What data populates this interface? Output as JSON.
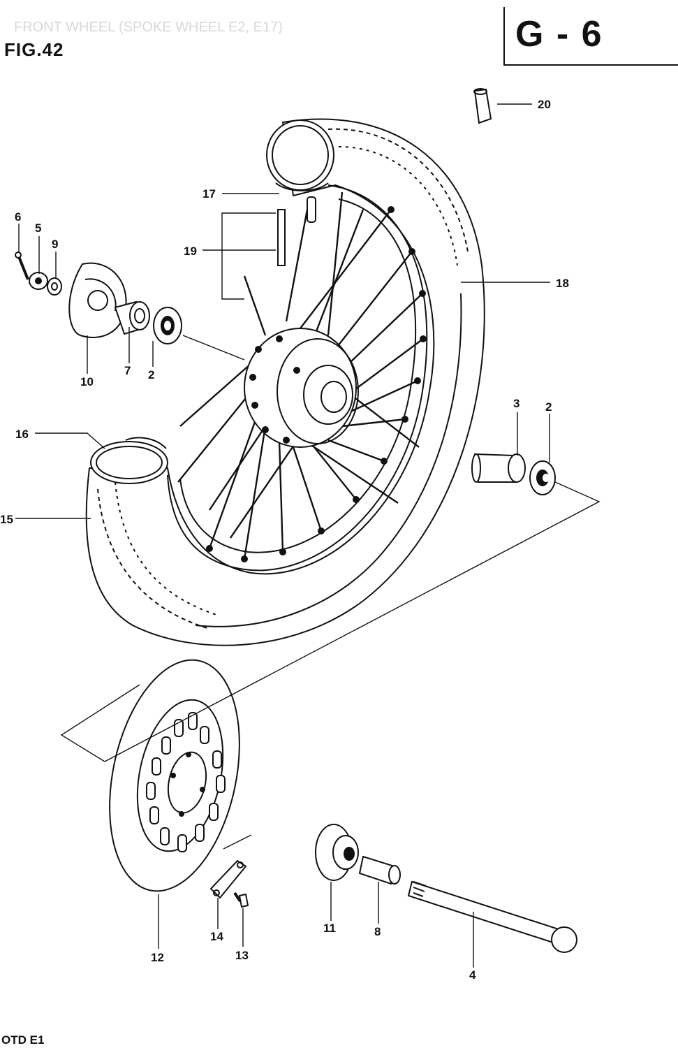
{
  "header": {
    "faded_title": "FRONT WHEEL (SPOKE WHEEL E2, E17)",
    "figure_label": "FIG.42",
    "page_code": "G - 6"
  },
  "footer": {
    "model_code": "OTD E1"
  },
  "callouts": {
    "p20": "20",
    "p17": "17",
    "p19": "19",
    "p18": "18",
    "p6": "6",
    "p5": "5",
    "p9": "9",
    "p10": "10",
    "p7": "7",
    "p2a": "2",
    "p16": "16",
    "p15": "15",
    "p3": "3",
    "p2b": "2",
    "p12": "12",
    "p14": "14",
    "p13": "13",
    "p11": "11",
    "p8": "8",
    "p4": "4"
  }
}
